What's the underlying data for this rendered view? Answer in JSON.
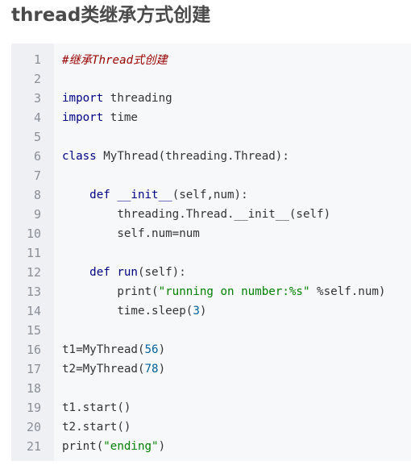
{
  "title": "thread类继承方式创建",
  "code_lines": [
    {
      "num": "1",
      "indent": "",
      "tokens": [
        {
          "t": "cmt",
          "v": "#继承Thread式创建"
        }
      ]
    },
    {
      "num": "2",
      "indent": "",
      "tokens": []
    },
    {
      "num": "3",
      "indent": "",
      "tokens": [
        {
          "t": "kw",
          "v": "import"
        },
        {
          "t": "plain",
          "v": " threading"
        }
      ]
    },
    {
      "num": "4",
      "indent": "",
      "tokens": [
        {
          "t": "kw",
          "v": "import"
        },
        {
          "t": "plain",
          "v": " time"
        }
      ]
    },
    {
      "num": "5",
      "indent": "",
      "tokens": []
    },
    {
      "num": "6",
      "indent": "",
      "tokens": [
        {
          "t": "kw",
          "v": "class"
        },
        {
          "t": "plain",
          "v": " MyThread(threading.Thread):"
        }
      ]
    },
    {
      "num": "7",
      "indent": "",
      "tokens": []
    },
    {
      "num": "8",
      "indent": "    ",
      "tokens": [
        {
          "t": "kw",
          "v": "def"
        },
        {
          "t": "plain",
          "v": " "
        },
        {
          "t": "kw",
          "v": "__init__"
        },
        {
          "t": "plain",
          "v": "(self,num):"
        }
      ]
    },
    {
      "num": "9",
      "indent": "        ",
      "tokens": [
        {
          "t": "plain",
          "v": "threading.Thread.__init__(self)"
        }
      ]
    },
    {
      "num": "10",
      "indent": "        ",
      "tokens": [
        {
          "t": "plain",
          "v": "self.num=num"
        }
      ]
    },
    {
      "num": "11",
      "indent": "",
      "tokens": []
    },
    {
      "num": "12",
      "indent": "    ",
      "tokens": [
        {
          "t": "kw",
          "v": "def"
        },
        {
          "t": "plain",
          "v": " "
        },
        {
          "t": "kw",
          "v": "run"
        },
        {
          "t": "plain",
          "v": "(self):"
        }
      ]
    },
    {
      "num": "13",
      "indent": "        ",
      "tokens": [
        {
          "t": "plain",
          "v": "print("
        },
        {
          "t": "str",
          "v": "\"running on number:%s\""
        },
        {
          "t": "plain",
          "v": " %self.num)"
        }
      ]
    },
    {
      "num": "14",
      "indent": "        ",
      "tokens": [
        {
          "t": "plain",
          "v": "time.sleep("
        },
        {
          "t": "num",
          "v": "3"
        },
        {
          "t": "plain",
          "v": ")"
        }
      ]
    },
    {
      "num": "15",
      "indent": "",
      "tokens": []
    },
    {
      "num": "16",
      "indent": "",
      "tokens": [
        {
          "t": "plain",
          "v": "t1=MyThread("
        },
        {
          "t": "num",
          "v": "56"
        },
        {
          "t": "plain",
          "v": ")"
        }
      ]
    },
    {
      "num": "17",
      "indent": "",
      "tokens": [
        {
          "t": "plain",
          "v": "t2=MyThread("
        },
        {
          "t": "num",
          "v": "78"
        },
        {
          "t": "plain",
          "v": ")"
        }
      ]
    },
    {
      "num": "18",
      "indent": "",
      "tokens": []
    },
    {
      "num": "19",
      "indent": "",
      "tokens": [
        {
          "t": "plain",
          "v": "t1.start()"
        }
      ]
    },
    {
      "num": "20",
      "indent": "",
      "tokens": [
        {
          "t": "plain",
          "v": "t2.start()"
        }
      ]
    },
    {
      "num": "21",
      "indent": "",
      "tokens": [
        {
          "t": "plain",
          "v": "print("
        },
        {
          "t": "str",
          "v": "\"ending\""
        },
        {
          "t": "plain",
          "v": ")"
        }
      ]
    }
  ],
  "colors": {
    "keyword": "#000080",
    "string": "#008000",
    "number": "#00629b",
    "comment": "#990000",
    "code_bg": "#f6f8fa",
    "gutter_bg": "#eef0f4"
  }
}
